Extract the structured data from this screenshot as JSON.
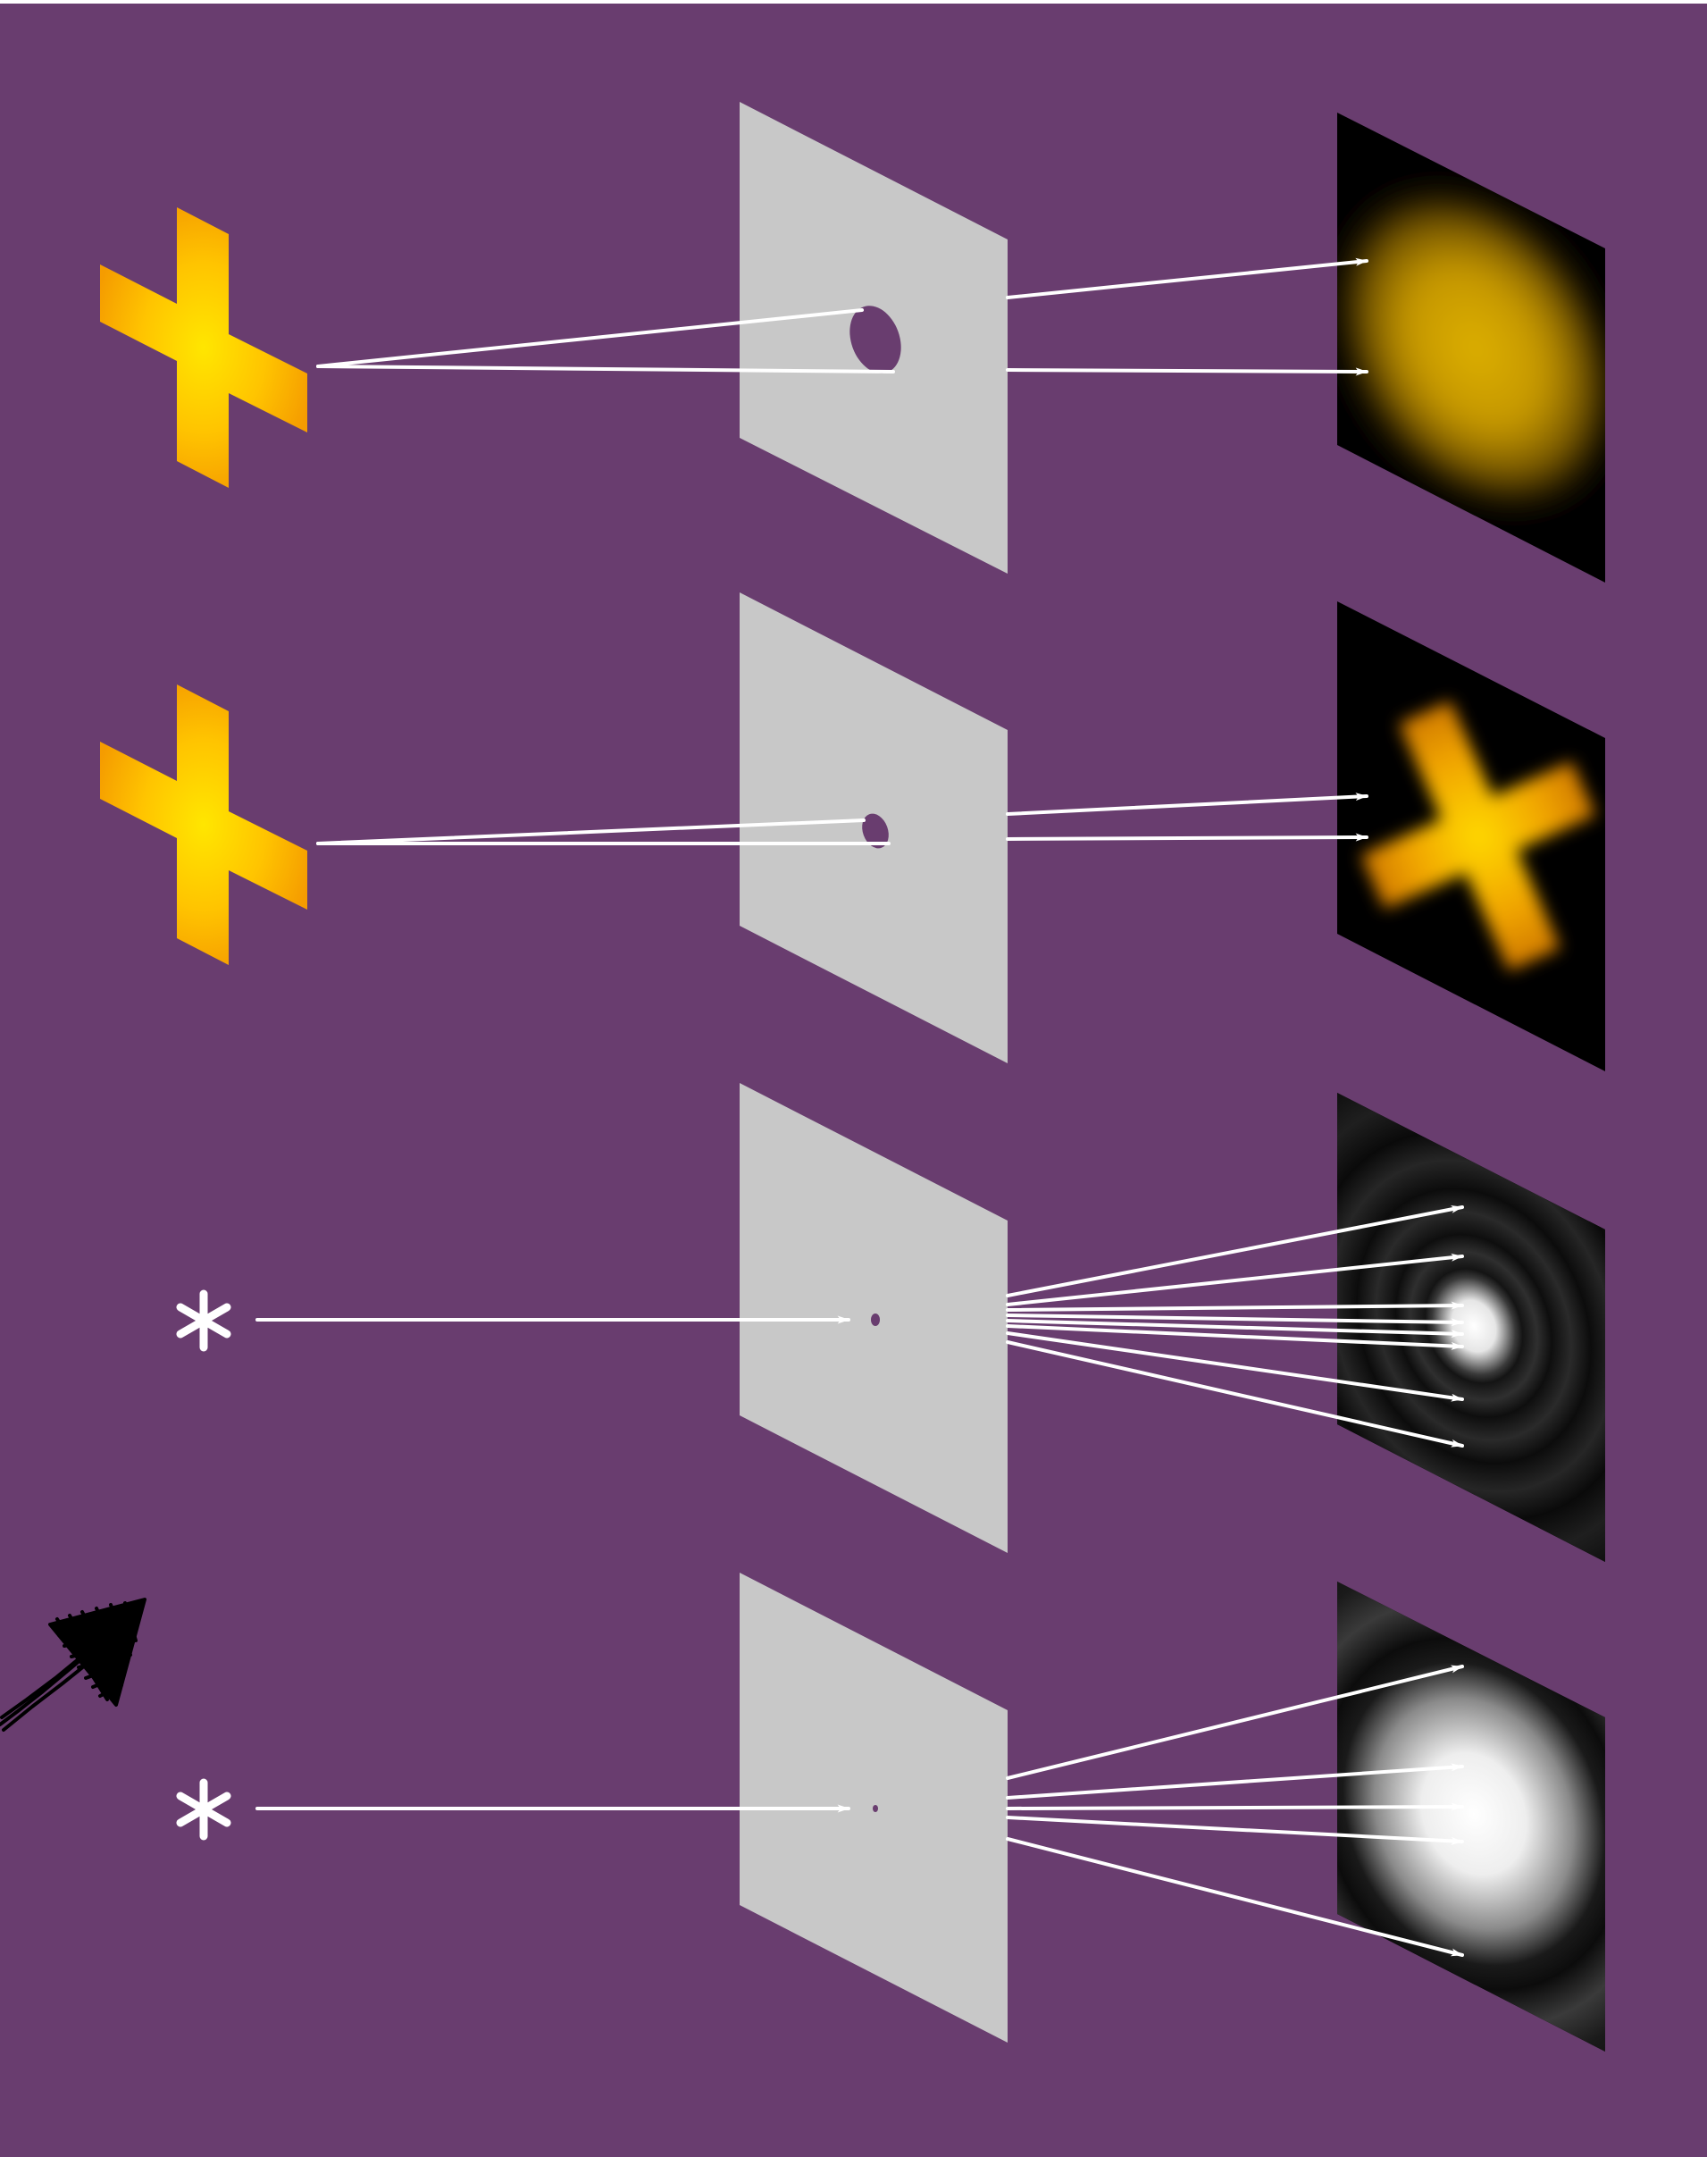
{
  "colors": {
    "background": "#693d6f",
    "page_edge": "#ffffff",
    "screen": "#c8c8c8",
    "ray": "#ffffff",
    "cross_center": "#ffe600",
    "cross_edge": "#f5a000",
    "star": "#ffffff",
    "detector_bg": "#000000",
    "scribble": "#000000"
  },
  "rows": [
    {
      "source": "cross",
      "aperture": "large",
      "image": "blurred-blob-yellow"
    },
    {
      "source": "cross",
      "aperture": "medium",
      "image": "cross-image-yellow"
    },
    {
      "source": "point-star",
      "aperture": "small",
      "image": "airy-rings-gray"
    },
    {
      "source": "point-star",
      "aperture": "tiny",
      "image": "broad-airy-pattern-gray"
    }
  ],
  "scribble_icon": "hand-drawn-arrow-icon"
}
